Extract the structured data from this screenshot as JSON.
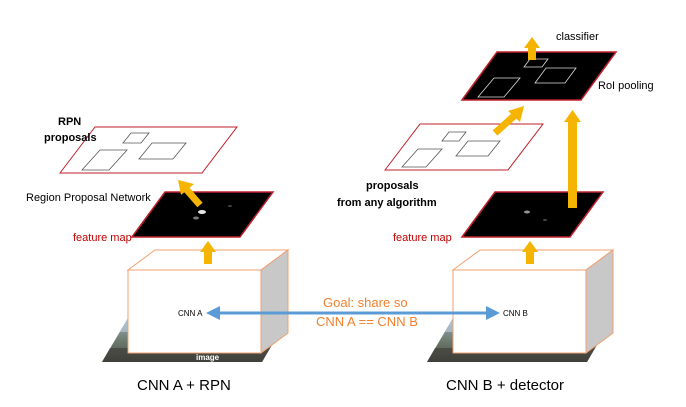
{
  "left": {
    "title": "CNN A + RPN",
    "cnn_label": "CNN A",
    "image_label": "image",
    "feature_map_label": "feature map",
    "rpn_label": "Region Proposal Network",
    "proposals_label_line1": "RPN",
    "proposals_label_line2": "proposals"
  },
  "right": {
    "title": "CNN B + detector",
    "cnn_label": "CNN B",
    "feature_map_label": "feature map",
    "proposals_label_line1": "proposals",
    "proposals_label_line2": "from any algorithm",
    "roi_label": "RoI pooling",
    "classifier_label": "classifier"
  },
  "goal": {
    "line1": "Goal: share so",
    "line2": "CNN A == CNN B"
  },
  "colors": {
    "arrow": "#f5b400",
    "shared_arrow": "#5b9bd5",
    "goal_text": "#f08030",
    "box_edge": "#f0a070",
    "feature_label": "#c00000",
    "map_border": "#c0202a",
    "feature_map": "#000000",
    "cube_side": "#c8c8c8"
  }
}
